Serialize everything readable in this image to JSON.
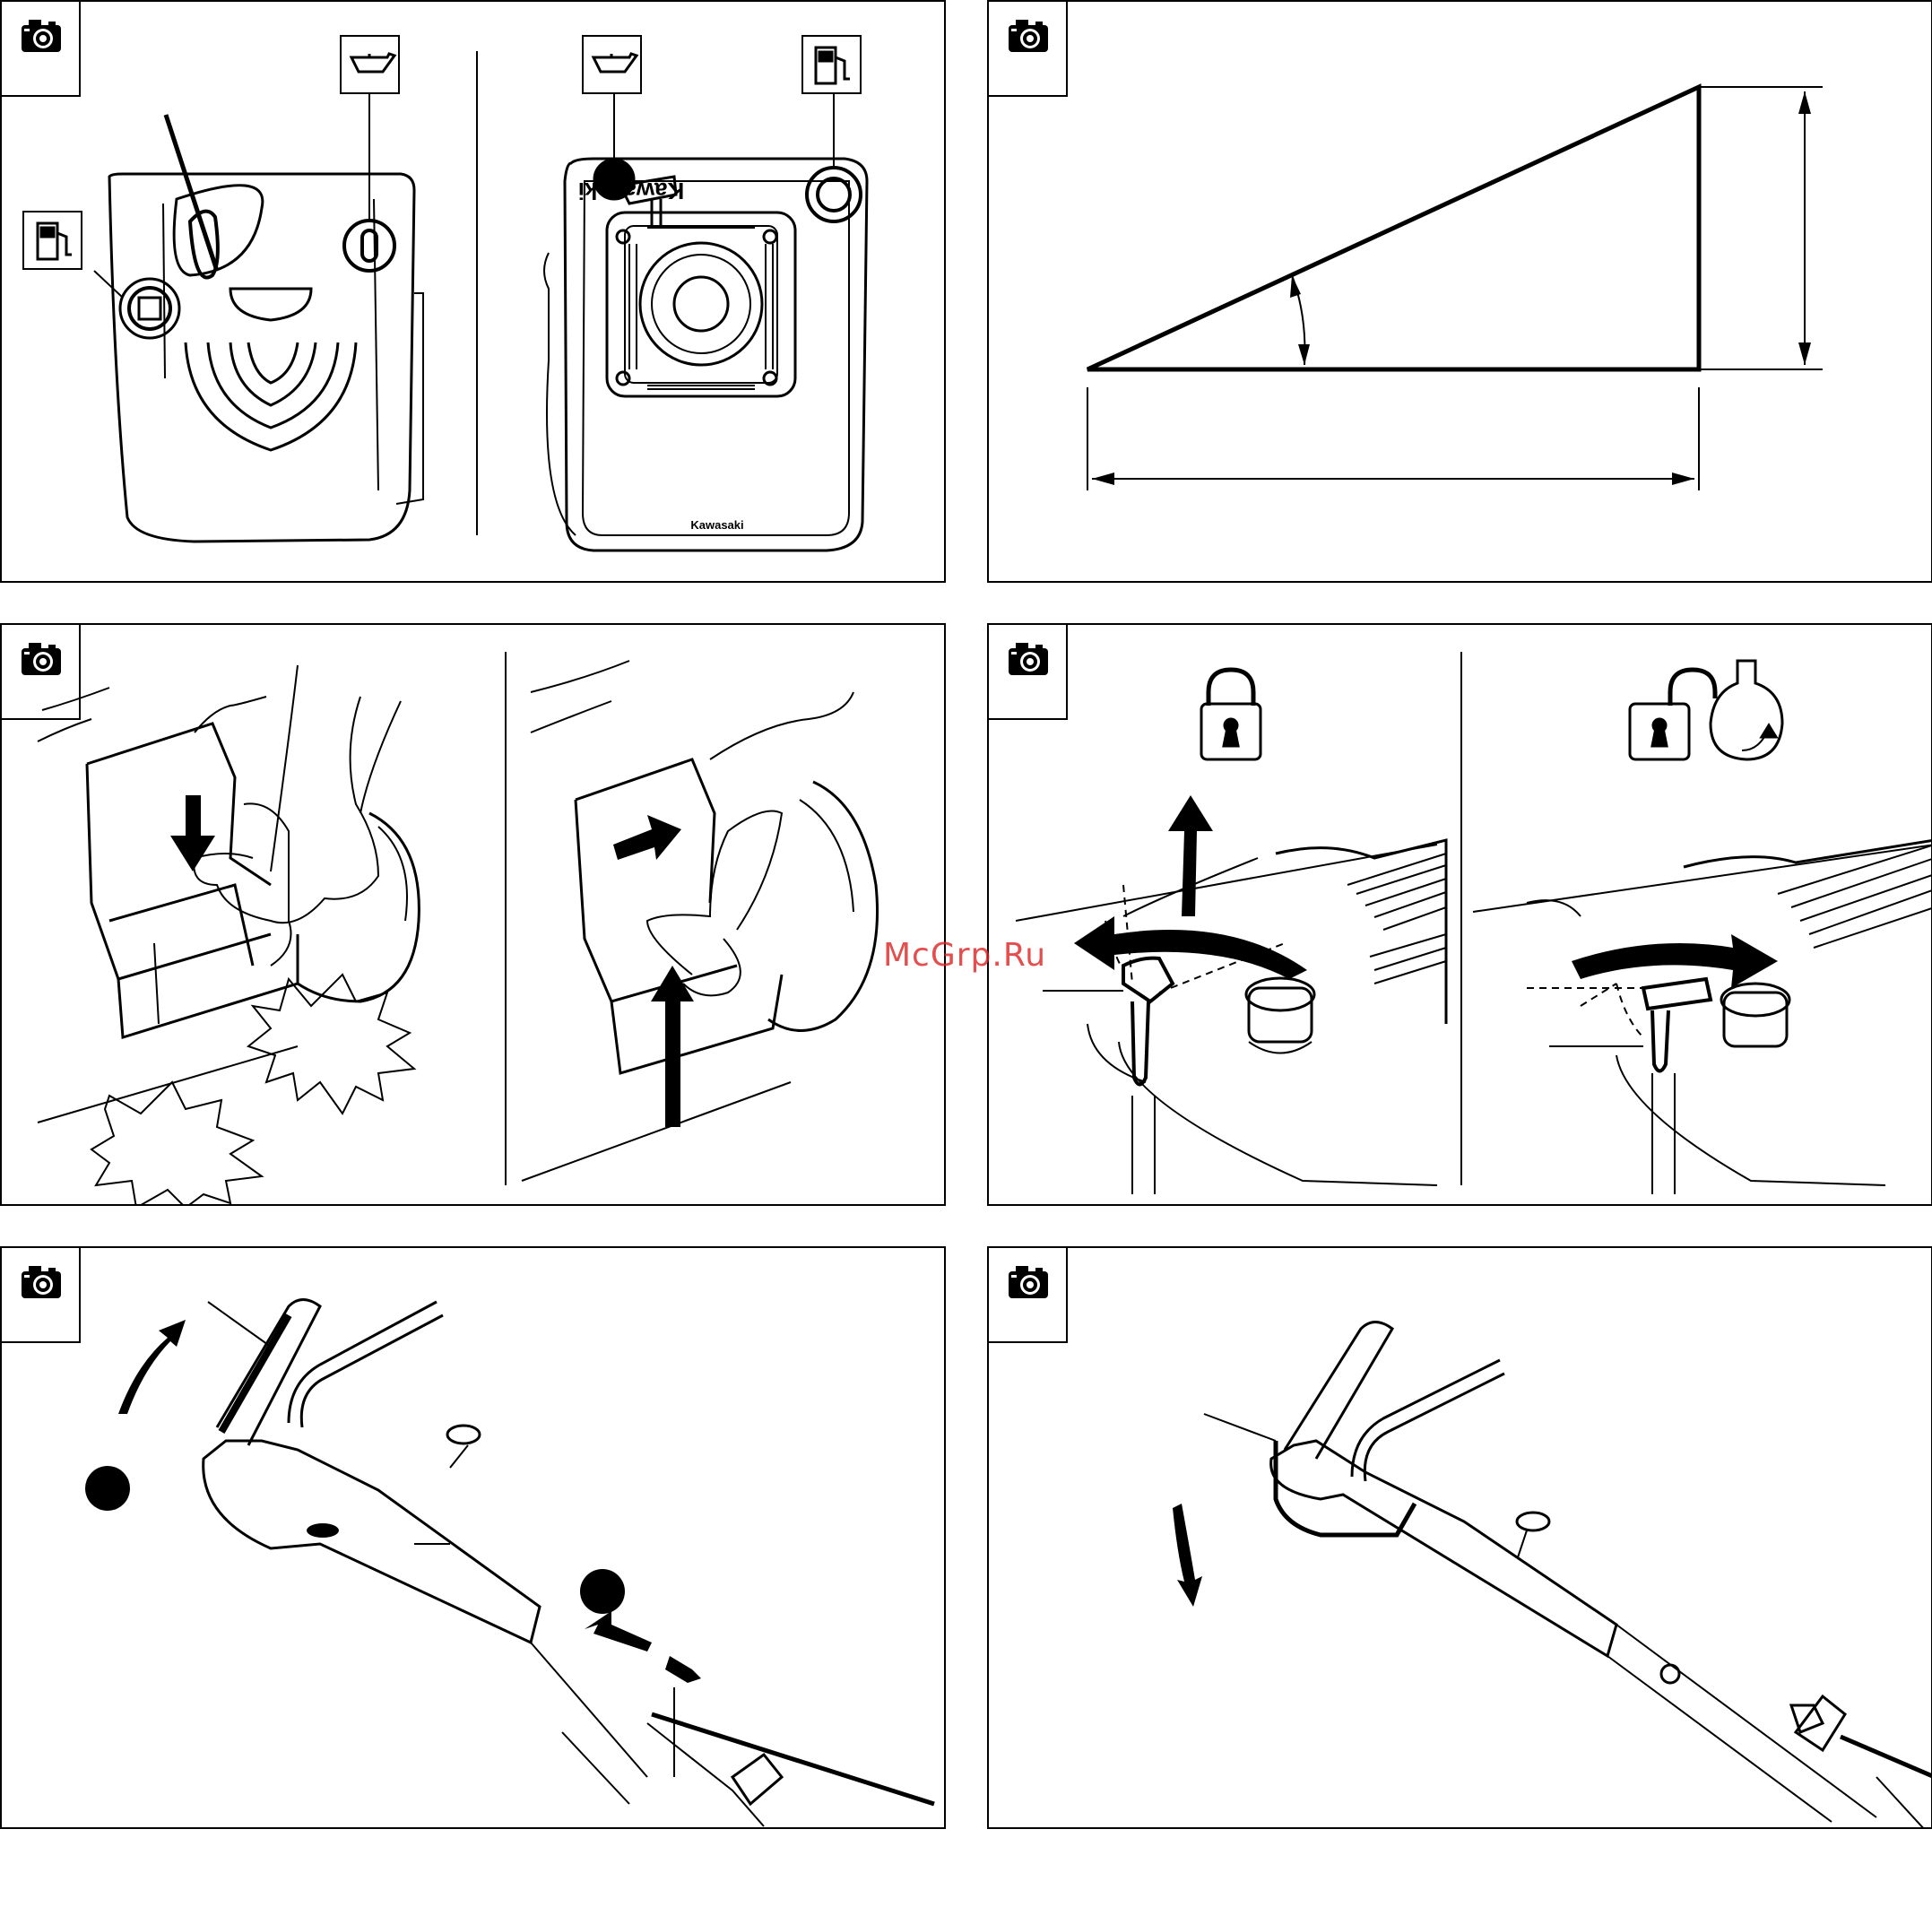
{
  "watermark": {
    "text": "McGrp.Ru",
    "color": "#dd2222"
  },
  "brand": {
    "label": "Kawasaki"
  },
  "panels": [
    {
      "id": "engine-caps",
      "icons": [
        "camera-icon",
        "oil-can-icon",
        "fuel-pump-icon"
      ]
    },
    {
      "id": "slope-triangle",
      "icons": [
        "camera-icon"
      ]
    },
    {
      "id": "grass-catcher",
      "icons": [
        "camera-icon",
        "arrow-down-icon",
        "arrow-right-icon",
        "arrow-up-icon"
      ]
    },
    {
      "id": "height-lever",
      "icons": [
        "camera-icon",
        "padlock-closed-icon",
        "padlock-open-icon",
        "key-rotate-icon"
      ]
    },
    {
      "id": "handle-cable",
      "icons": [
        "camera-icon",
        "curved-arrow-up-icon",
        "straight-arrow-icon"
      ]
    },
    {
      "id": "handle-lever",
      "icons": [
        "camera-icon",
        "curved-arrow-down-icon"
      ]
    }
  ]
}
